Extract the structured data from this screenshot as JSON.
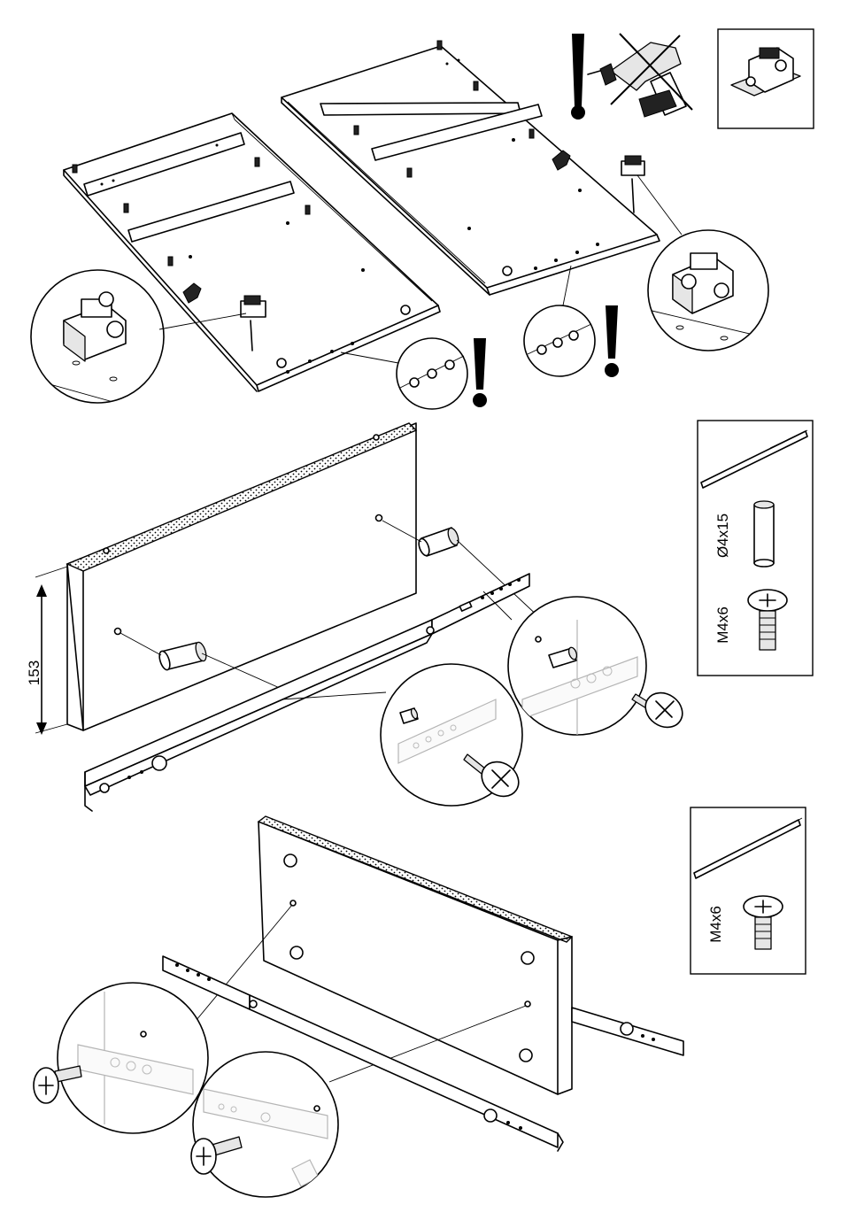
{
  "labels": {
    "drawer_front_height": "153",
    "dowel_size": "Ø4x15",
    "screw_size_top": "M4x6",
    "screw_size_bottom": "M4x6"
  },
  "warning_symbol": "exclamation-icon",
  "prohibited_tool": "power-drill-icon",
  "colors": {
    "line": "#000000",
    "background": "#ffffff",
    "detail_fade": "#b5b5b5"
  }
}
